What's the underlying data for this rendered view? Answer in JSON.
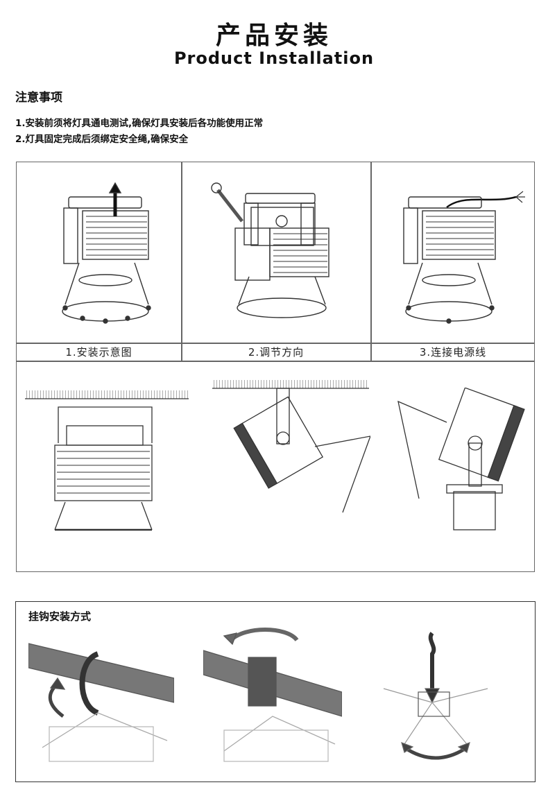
{
  "header": {
    "title_cn": "产品安装",
    "title_en": "Product Installation"
  },
  "notes": {
    "title": "注意事项",
    "items": [
      "1.安装前须将灯具通电测试,确保灯具安装后各功能使用正常",
      "2.灯具固定完成后须绑定安全绳,确保安全"
    ]
  },
  "steps": {
    "captions": [
      "1.安装示意图",
      "2.调节方向",
      "3.连接电源线"
    ]
  },
  "hook": {
    "title": "挂钩安装方式"
  },
  "icons": {
    "step1": "lamp-lift-arrow-icon",
    "step2": "wrench-adjust-icon",
    "step3": "power-cable-icon",
    "rotate": "rotate-arrow-icon"
  }
}
